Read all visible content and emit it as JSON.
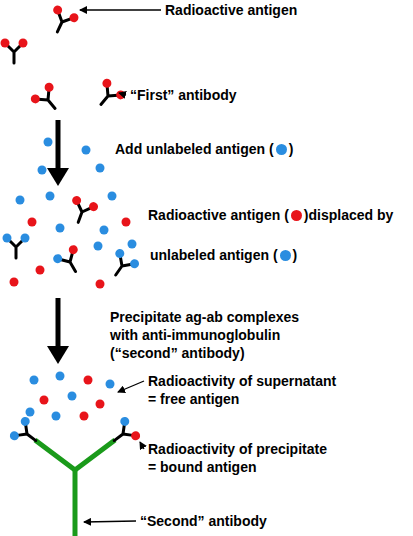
{
  "diagram": {
    "labels": [
      "Radioactive antigen",
      "“First” antibody",
      "Add unlabeled antigen (",
      ")",
      "Radioactive antigen (",
      ")displaced by",
      "unlabeled antigen (",
      ")",
      "Precipitate ag-ab complexes with anti-immunoglobulin (“second” antibody)",
      "Radioactivity of supernatant = free antigen",
      "Radioactivity of precipitate = bound antigen",
      "“Second” antibody"
    ]
  }
}
